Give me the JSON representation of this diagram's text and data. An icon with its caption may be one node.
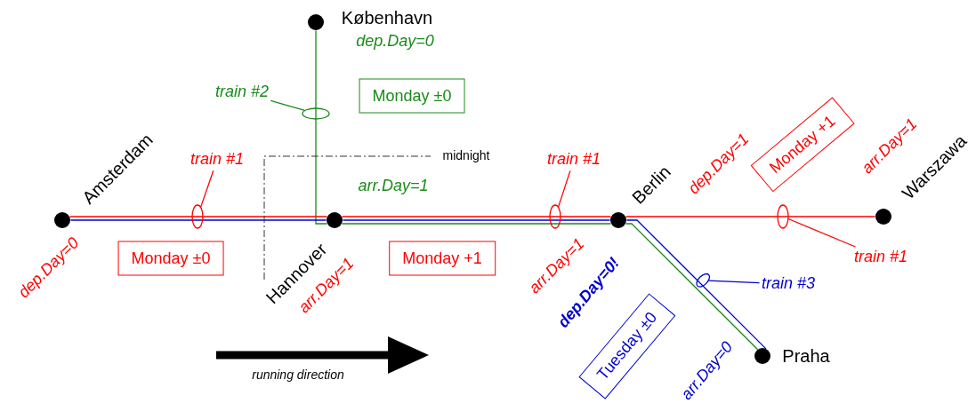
{
  "diagram": {
    "nodes": [
      {
        "text": [
          "København"
        ],
        "beside": [
          "dep.Day=0"
        ]
      },
      {
        "text": [
          "Monday ±0"
        ]
      },
      {
        "text": [
          "train #2"
        ]
      },
      {
        "text": [],
        "shape": "ellipse"
      },
      {
        "text": [
          "Amsterdam"
        ],
        "beside": [
          "dep.Day=0"
        ]
      },
      {
        "text": [
          "train #1"
        ]
      },
      {
        "text": [],
        "shape": "ellipse"
      },
      {
        "text": [
          "Monday ±0"
        ]
      },
      {
        "text": [
          "Hannover"
        ],
        "beside": [
          "arr.Day=1",
          "arr.Day=1"
        ]
      },
      {
        "text": [
          "Monday +1"
        ]
      },
      {
        "text": [
          "train #1"
        ]
      },
      {
        "text": [],
        "shape": "ellipse"
      },
      {
        "text": [
          "Berlin"
        ],
        "beside": [
          "arr.Day=1",
          "dep.Day=0!"
        ]
      },
      {
        "text": [
          "Monday +1"
        ]
      },
      {
        "text": [],
        "shape": "ellipse"
      },
      {
        "text": [
          "train #1"
        ]
      },
      {
        "text": [
          "Warszawa"
        ]
      },
      {
        "text": [],
        "shape": "ellipse"
      },
      {
        "text": [
          "train #3"
        ]
      },
      {
        "text": [
          "Tuesday ±0"
        ]
      },
      {
        "text": [
          "Praha"
        ]
      }
    ],
    "edges": [
      {
        "from": 4,
        "to": 8,
        "arrow": "none",
        "color": "#ff0000"
      },
      {
        "from": 4,
        "to": 8,
        "arrow": "none",
        "color": "#0000cc"
      },
      {
        "from": 8,
        "to": 12,
        "arrow": "none",
        "color": "#ff0000"
      },
      {
        "from": 8,
        "to": 12,
        "arrow": "none",
        "color": "#0000cc"
      },
      {
        "from": 0,
        "to": 8,
        "arrow": "none",
        "color": "#1a8a1a"
      },
      {
        "from": 8,
        "to": 12,
        "arrow": "none",
        "color": "#1a8a1a"
      },
      {
        "from": 12,
        "to": 16,
        "arrow": "none",
        "color": "#ff0000"
      },
      {
        "from": 12,
        "to": 20,
        "arrow": "none",
        "color": "#0000cc"
      },
      {
        "from": 12,
        "to": 20,
        "arrow": "none",
        "color": "#1a8a1a"
      },
      {
        "from": 2,
        "to": 3,
        "arrow": "none",
        "color": "#1a8a1a"
      },
      {
        "from": 5,
        "to": 6,
        "arrow": "none",
        "color": "#ff0000"
      },
      {
        "from": 10,
        "to": 11,
        "arrow": "none",
        "color": "#ff0000"
      },
      {
        "from": 15,
        "to": 14,
        "arrow": "none",
        "color": "#ff0000"
      },
      {
        "from": 18,
        "to": 17,
        "arrow": "none",
        "color": "#0000cc"
      }
    ],
    "labels": [
      "arr.Day=1",
      "dep.Day=1",
      "midnight",
      "running direction",
      "arr.Day=0"
    ]
  }
}
